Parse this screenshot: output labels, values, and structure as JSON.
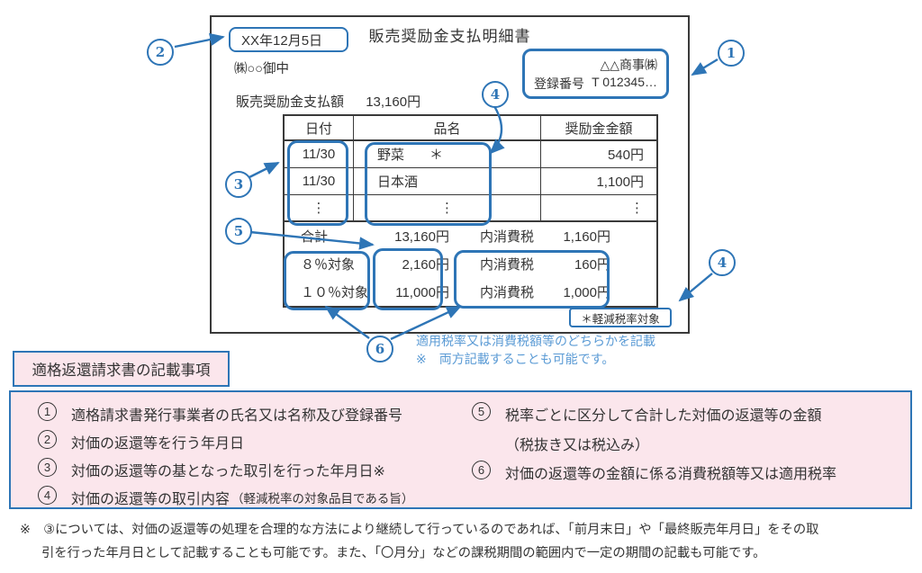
{
  "document": {
    "title": "販売奨励金支払明細書",
    "date": "XX年12月5日",
    "addressee": "㈱○○御中",
    "issuer_name": "△△商事㈱",
    "registration_label": "登録番号",
    "registration_number": "T 012345…",
    "total_label": "販売奨励金支払額",
    "total_value": "13,160円",
    "table": {
      "headers": [
        "日付",
        "品名",
        "奨励金金額"
      ],
      "rows": [
        {
          "date": "11/30",
          "item": "野菜",
          "mark": "＊",
          "amount": "540円"
        },
        {
          "date": "11/30",
          "item": "日本酒",
          "mark": "",
          "amount": "1,100円"
        },
        {
          "date": "⋮",
          "item": "⋮",
          "mark": "",
          "amount": "⋮"
        }
      ],
      "summary": [
        {
          "label": "合計",
          "amount": "13,160円",
          "tax_label": "内消費税",
          "tax_amount": "1,160円"
        },
        {
          "label": "８％対象",
          "amount": "2,160円",
          "tax_label": "内消費税",
          "tax_amount": "160円"
        },
        {
          "label": "１０％対象",
          "amount": "11,000円",
          "tax_label": "内消費税",
          "tax_amount": "1,000円"
        }
      ]
    },
    "reduced_tax_box": "＊軽減税率対象"
  },
  "annotations": {
    "n1": "1",
    "n2": "2",
    "n3": "3",
    "n4": "4",
    "n5": "5",
    "n6": "6"
  },
  "callout": {
    "line1": "適用税率又は消費税額等のどちらかを記載",
    "line2": "※　両方記載することも可能です。"
  },
  "legend": {
    "heading": "適格返還請求書の記載事項",
    "left": [
      {
        "num": "1",
        "text": "適格請求書発行事業者の氏名又は名称及び登録番号"
      },
      {
        "num": "2",
        "text": "対価の返還等を行う年月日"
      },
      {
        "num": "3",
        "text": "対価の返還等の基となった取引を行った年月日※"
      },
      {
        "num": "4",
        "text": "対価の返還等の取引内容",
        "note": "（軽減税率の対象品目である旨）"
      }
    ],
    "right": [
      {
        "num": "5",
        "text": "税率ごとに区分して合計した対価の返還等の金額",
        "cont": "（税抜き又は税込み）"
      },
      {
        "num": "6",
        "text": "対価の返還等の金額に係る消費税額等又は適用税率"
      }
    ]
  },
  "footer": {
    "line1": "※　③については、対価の返還等の処理を合理的な方法により継続して行っているのであれば、「前月末日」や「最終販売年月日」をその取",
    "line2": "引を行った年月日として記載することも可能です。また、「〇月分」などの課税期間の範囲内で一定の期間の記載も可能です。"
  },
  "colors": {
    "annotation_blue": "#2E75B6",
    "note_blue": "#5B9BD5",
    "panel_pink": "#FBE6EC",
    "border_dark": "#3a3a3a"
  }
}
